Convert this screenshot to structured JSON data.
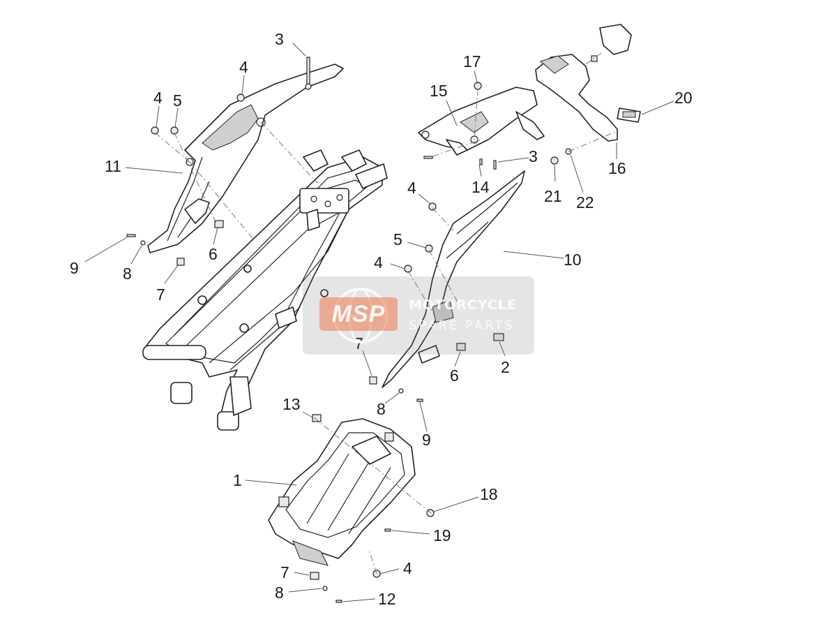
{
  "watermark": {
    "mark": "MSP",
    "line1": "MOTORCYCLE",
    "line2": "SPARE PARTS"
  },
  "callouts": {
    "c1": "1",
    "c2": "2",
    "c3a": "3",
    "c3b": "3",
    "c4a": "4",
    "c4b": "4",
    "c4c": "4",
    "c4d": "4",
    "c4e": "4",
    "c5a": "5",
    "c5b": "5",
    "c6a": "6",
    "c6b": "6",
    "c7a": "7",
    "c7b": "7",
    "c7c": "7",
    "c8a": "8",
    "c8b": "8",
    "c8c": "8",
    "c9a": "9",
    "c9b": "9",
    "c10": "10",
    "c11": "11",
    "c12": "12",
    "c13": "13",
    "c14": "14",
    "c15": "15",
    "c16": "16",
    "c17": "17",
    "c18": "18",
    "c19": "19",
    "c20": "20",
    "c21": "21",
    "c22": "22"
  }
}
